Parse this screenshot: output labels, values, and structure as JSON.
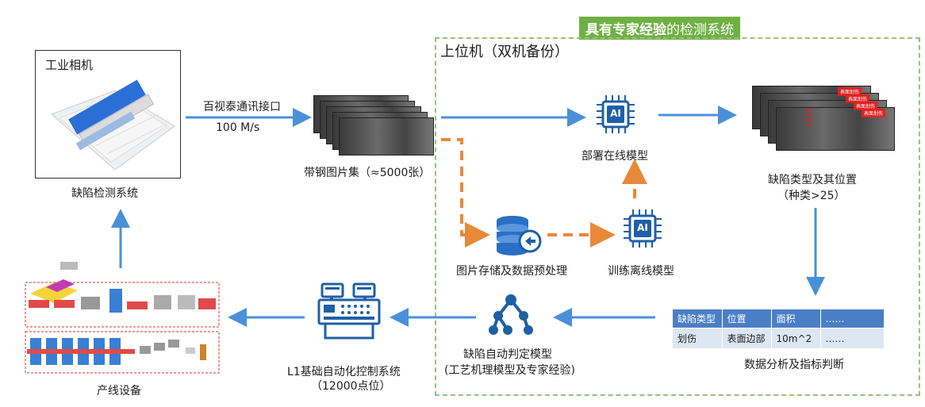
{
  "title": {
    "bold": "具有专家经验",
    "rest": "的检测系统"
  },
  "upper_computer": "上位机（双机备份）",
  "camera_label": "工业相机",
  "defect_system": "缺陷检测系统",
  "interface_label": "百视泰通讯接口",
  "speed_label": "100 M/s",
  "image_set": "带钢图片集（≈5000张）",
  "deploy_model": "部署在线模型",
  "train_model": "训练离线模型",
  "storage": "图片存储及数据预处理",
  "defect_type_line1": "缺陷类型及其位置",
  "defect_type_line2": "（种类>25）",
  "red_tag": "表面划伤",
  "table": {
    "headers": [
      "缺陷类型",
      "位置",
      "面积",
      "……"
    ],
    "row": [
      "划伤",
      "表面边部",
      "10m^2",
      "……"
    ]
  },
  "data_analysis": "数据分析及指标判断",
  "auto_judge_line1": "缺陷自动判定模型",
  "auto_judge_line2": "(工艺机理模型及专家经验)",
  "l1_line1": "L1基础自动化控制系统",
  "l1_line2": "（12000点位）",
  "production": "产线设备",
  "ai_text": "AI",
  "colors": {
    "arrow_blue": "#4a90d9",
    "arrow_orange": "#e8893a",
    "green": "#6fb043",
    "icon_blue": "#1f5fa6"
  }
}
